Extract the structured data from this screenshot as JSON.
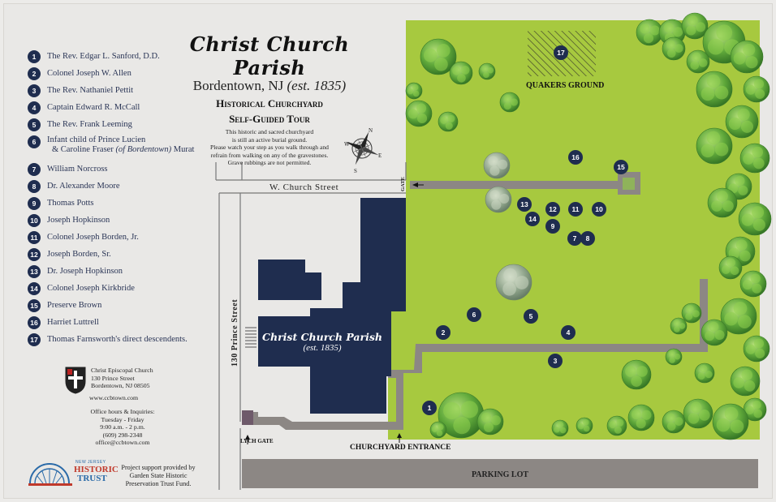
{
  "title": {
    "name": "Christ Church Parish",
    "location": "Bordentown, NJ",
    "established": "(est. 1835)",
    "tour_line1": "Historical Churchyard",
    "tour_line2": "Self-Guided Tour",
    "desc1": "This historic and sacred churchyard",
    "desc2": "is still an active burial ground.",
    "desc3": "Please watch your step as you walk through and",
    "desc4": "refrain from walking on any of the gravestones.",
    "desc5": "Grave rubbings are not permitted."
  },
  "legend": [
    {
      "num": "1",
      "label": "The Rev. Edgar L. Sanford, D.D."
    },
    {
      "num": "2",
      "label": "Colonel Joseph W. Allen"
    },
    {
      "num": "3",
      "label": "The Rev. Nathaniel Pettit"
    },
    {
      "num": "4",
      "label": "Captain Edward R. McCall"
    },
    {
      "num": "5",
      "label": "The Rev. Frank Leeming"
    },
    {
      "num": "6",
      "label": "Infant child of Prince Lucien",
      "label2_pre": "& Caroline Fraser ",
      "label2_italic": "(of Bordentown)",
      "label2_post": " Murat"
    },
    {
      "num": "7",
      "label": "William Norcross"
    },
    {
      "num": "8",
      "label": "Dr. Alexander Moore"
    },
    {
      "num": "9",
      "label": "Thomas Potts"
    },
    {
      "num": "10",
      "label": "Joseph Hopkinson"
    },
    {
      "num": "11",
      "label": "Colonel Joseph Borden, Jr."
    },
    {
      "num": "12",
      "label": "Joseph Borden, Sr."
    },
    {
      "num": "13",
      "label": "Dr. Joseph Hopkinson"
    },
    {
      "num": "14",
      "label": "Colonel Joseph Kirkbride"
    },
    {
      "num": "15",
      "label": "Preserve Brown"
    },
    {
      "num": "16",
      "label": "Harriet Luttrell"
    },
    {
      "num": "17",
      "label": "Thomas Farnsworth's direct descendents."
    }
  ],
  "contact": {
    "name": "Christ Episcopal Church",
    "address1": "130 Prince Street",
    "address2": "Bordentown, NJ 08505",
    "website": "www.ccbtown.com",
    "hours_title": "Office hours & Inquiries:",
    "days": "Tuesday - Friday",
    "hours": "9:00 a.m. - 2 p.m.",
    "phone": "(609) 298-2348",
    "email": "office@ccbtown.com"
  },
  "credit": {
    "line1": "Project support provided by",
    "line2": "Garden State Historic",
    "line3": "Preservation Trust Fund."
  },
  "logo": {
    "nj": "NEW JERSEY",
    "historic": "HISTORIC",
    "trust": "TRUST"
  },
  "map": {
    "street_church": "W. Church Street",
    "street_prince": "130 Prince Street",
    "gate": "GATE",
    "lych_gate": "LYCH GATE",
    "churchyard_entrance": "CHURCHYARD ENTRANCE",
    "parking_lot": "PARKING LOT",
    "quakers_ground": "QUAKERS GROUND",
    "church_name": "Christ Church Parish",
    "church_est": "(est. 1835)",
    "compass_n": "N",
    "compass_s": "S",
    "compass_e": "E",
    "compass_w": "W",
    "markers": [
      "1",
      "2",
      "3",
      "4",
      "5",
      "6",
      "7",
      "8",
      "9",
      "10",
      "11",
      "12",
      "13",
      "14",
      "15",
      "16",
      "17"
    ]
  },
  "colors": {
    "navy": "#1f2d4f",
    "lawn": "#a7c93f",
    "path": "#8c8784",
    "tree_dark": "#3f8a2c",
    "tree_light": "#7cc241"
  }
}
